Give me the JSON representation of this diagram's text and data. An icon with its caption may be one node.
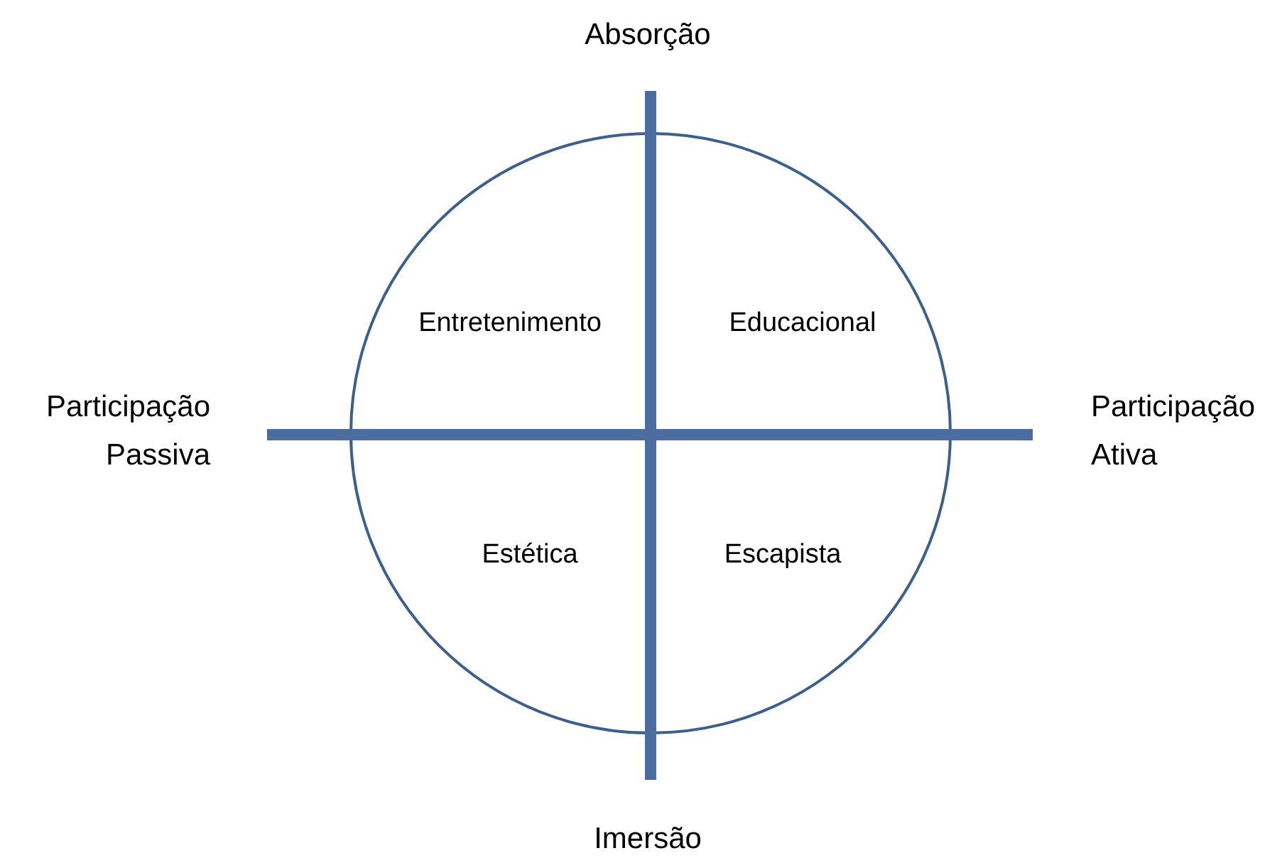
{
  "diagram": {
    "nodes": [
      {
        "text": [
          "Entretenimento",
          "Educacional",
          "Estética",
          "Escapista"
        ]
      }
    ],
    "labels": [
      "Absorção",
      "Participação Passiva",
      "Participação Ativa",
      "Imersão"
    ]
  }
}
